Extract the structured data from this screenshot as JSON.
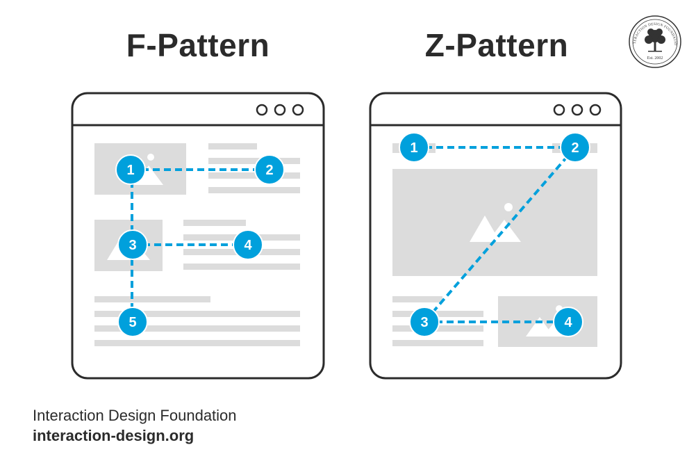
{
  "titles": {
    "f_pattern": "F-Pattern",
    "z_pattern": "Z-Pattern"
  },
  "f_pattern": {
    "steps": [
      "1",
      "2",
      "3",
      "4",
      "5"
    ]
  },
  "z_pattern": {
    "steps": [
      "1",
      "2",
      "3",
      "4"
    ]
  },
  "logo": {
    "arc_text": "INTERACTION DESIGN FOUNDATION",
    "est": "Est. 2002",
    "icon": "tree-icon"
  },
  "footer": {
    "org_name": "Interaction Design Foundation",
    "url": "interaction-design.org"
  },
  "colors": {
    "accent": "#00a0dc",
    "placeholder": "#dcdcdc",
    "outline": "#2b2b2b"
  }
}
